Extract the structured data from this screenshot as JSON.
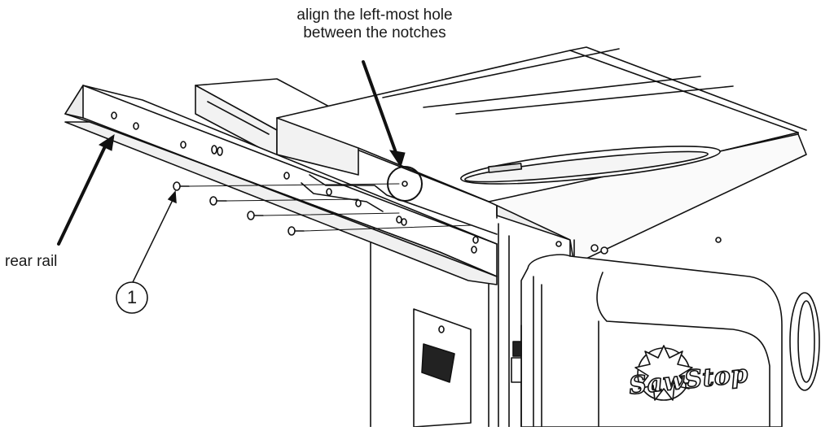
{
  "annotations": {
    "top_callout_line1": "align the left-most hole",
    "top_callout_line2": "between the notches",
    "rear_rail_label": "rear rail",
    "item_number": "1"
  },
  "branding": {
    "logo_text": "SawStop"
  },
  "colors": {
    "line": "#111111",
    "surface": "#ffffff",
    "shade": "#e9e9e9"
  }
}
